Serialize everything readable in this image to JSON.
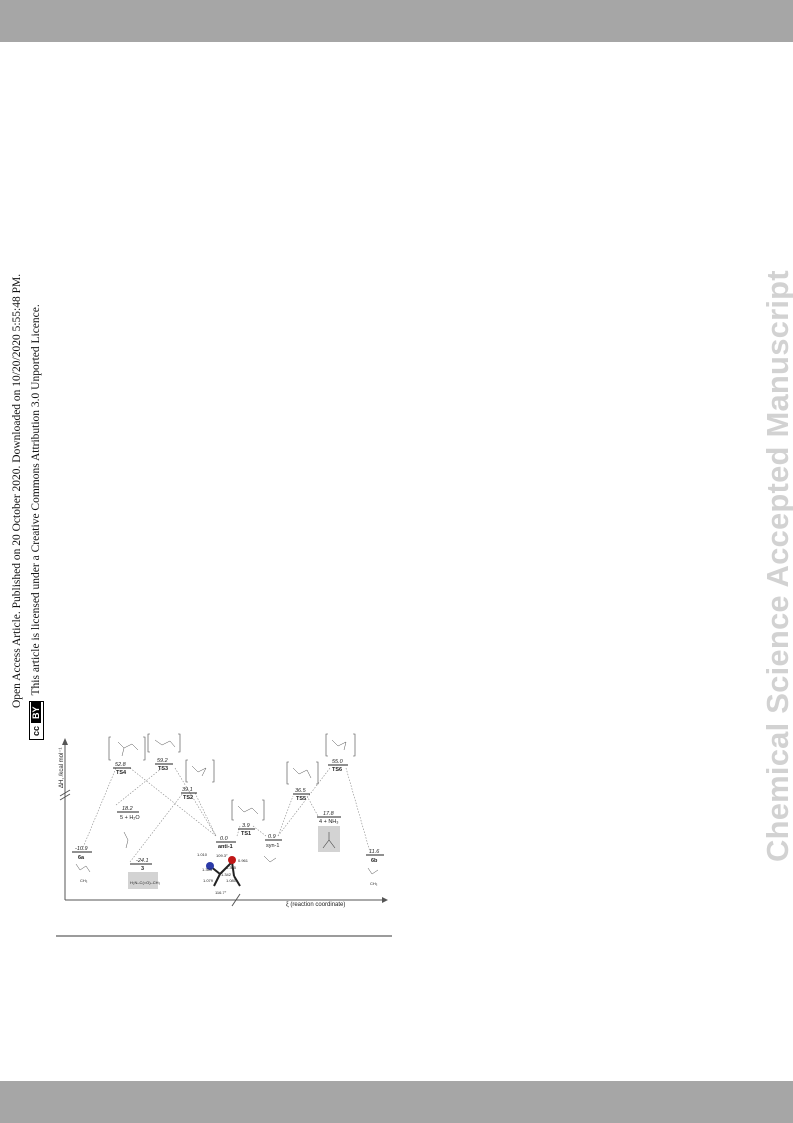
{
  "license": {
    "line1": "Open Access Article. Published on 20 October 2020. Downloaded on 10/20/2020 5:55:48 PM.",
    "line2": "This article is licensed under a Creative Commons Attribution 3.0 Unported Licence.",
    "badge_cc": "cc",
    "badge_by": "BY"
  },
  "watermark": "Chemical Science Accepted Manuscript",
  "diagram": {
    "y_axis_label": "ΔH, /kcal mol⁻¹",
    "x_axis_label": "ξ (reaction coordinate)",
    "states": [
      {
        "id": "6a",
        "energy": "-10.9",
        "label": "6a"
      },
      {
        "id": "TS4",
        "energy": "52.8",
        "label": "TS4"
      },
      {
        "id": "5",
        "energy": "18.2",
        "label": "5 + H₂O"
      },
      {
        "id": "TS3",
        "energy": "59.2",
        "label": "TS3"
      },
      {
        "id": "3",
        "energy": "-24.1",
        "label": "3"
      },
      {
        "id": "TS2",
        "energy": "39.1",
        "label": "TS2"
      },
      {
        "id": "anti1",
        "energy": "0.0",
        "label": "anti-1"
      },
      {
        "id": "TS1",
        "energy": "3.9",
        "label": "TS1"
      },
      {
        "id": "syn1",
        "energy": "0.9",
        "label": "syn-1"
      },
      {
        "id": "TS5",
        "energy": "36.5",
        "label": "TS5"
      },
      {
        "id": "4",
        "energy": "17.8",
        "label": "4 + NH₃"
      },
      {
        "id": "TS6",
        "energy": "55.0",
        "label": "TS6"
      },
      {
        "id": "6b",
        "energy": "11.6",
        "label": "6b"
      }
    ],
    "geometry_labels": [
      "1.010",
      "109.3°",
      "0.961",
      "1.353",
      "1.365",
      "1.342",
      "1.079",
      "1.080",
      "116.7°"
    ],
    "structure_labels": {
      "s3": "H₂N–C(=O)–CH₃",
      "s6b": "CH₃",
      "s6a": "CH₃"
    }
  }
}
